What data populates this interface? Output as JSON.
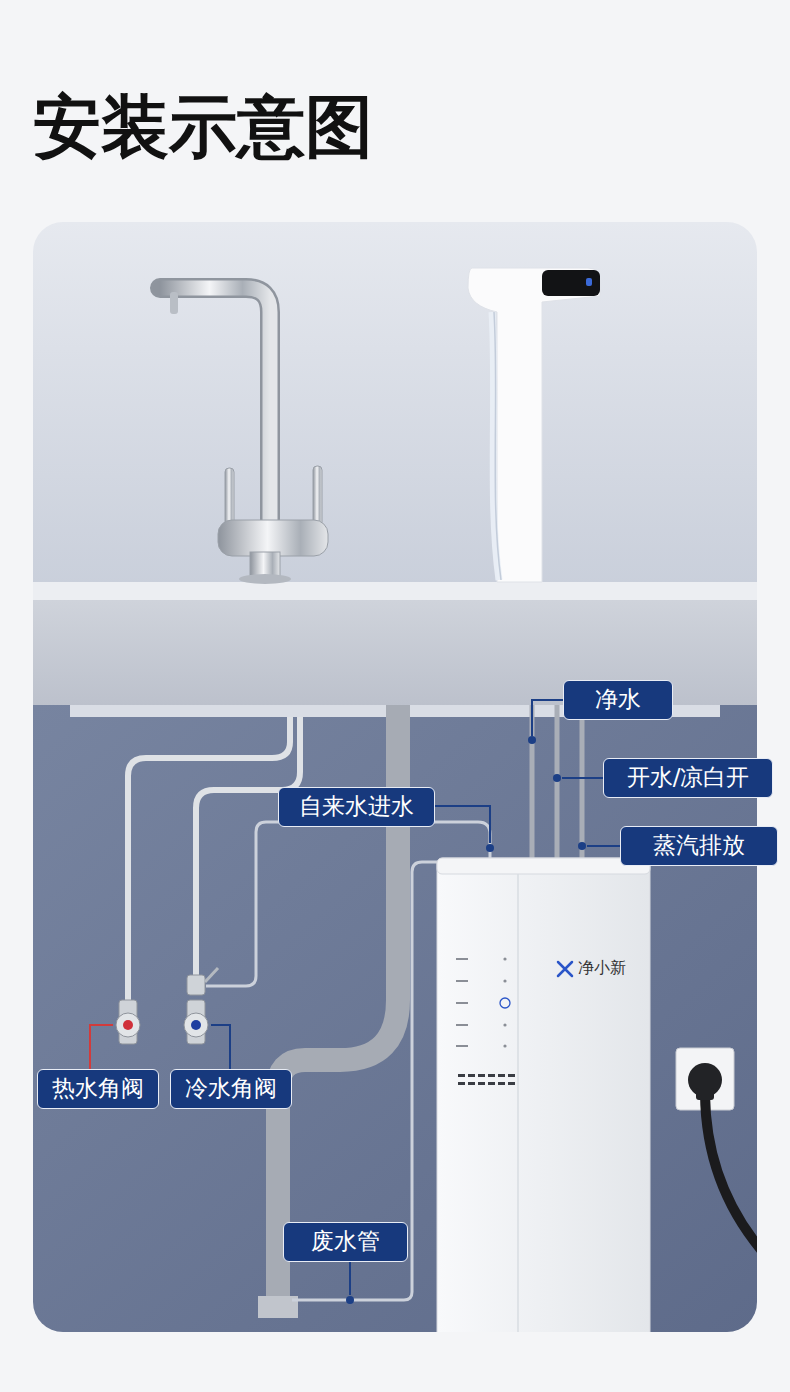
{
  "diagram": {
    "title": "安装示意图",
    "nodes": [
      {
        "text": [
          "净水"
        ]
      },
      {
        "text": [
          "开水/凉白开"
        ]
      },
      {
        "text": [
          "自来水进水"
        ]
      },
      {
        "text": [
          "蒸汽排放"
        ]
      },
      {
        "text": [
          "净小新"
        ]
      },
      {
        "text": [
          "热水角阀"
        ]
      },
      {
        "text": [
          "冷水角阀"
        ]
      },
      {
        "text": [
          "废水管"
        ]
      }
    ]
  }
}
